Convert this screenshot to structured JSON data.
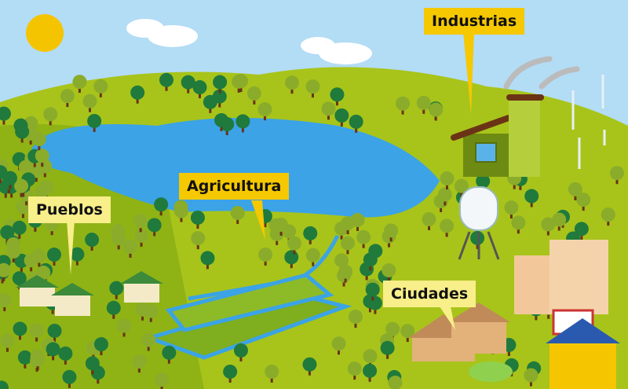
{
  "labels": {
    "industry": "Industrias",
    "agriculture": "Agricultura",
    "towns": "Pueblos",
    "cities": "Ciudades"
  },
  "colors": {
    "sky": "#b3dcf5",
    "sun": "#f5c400",
    "hill": "#a8c41a",
    "lake": "#3ba3e6",
    "tree_dark": "#1f7a3c",
    "label": "#f5c800"
  }
}
